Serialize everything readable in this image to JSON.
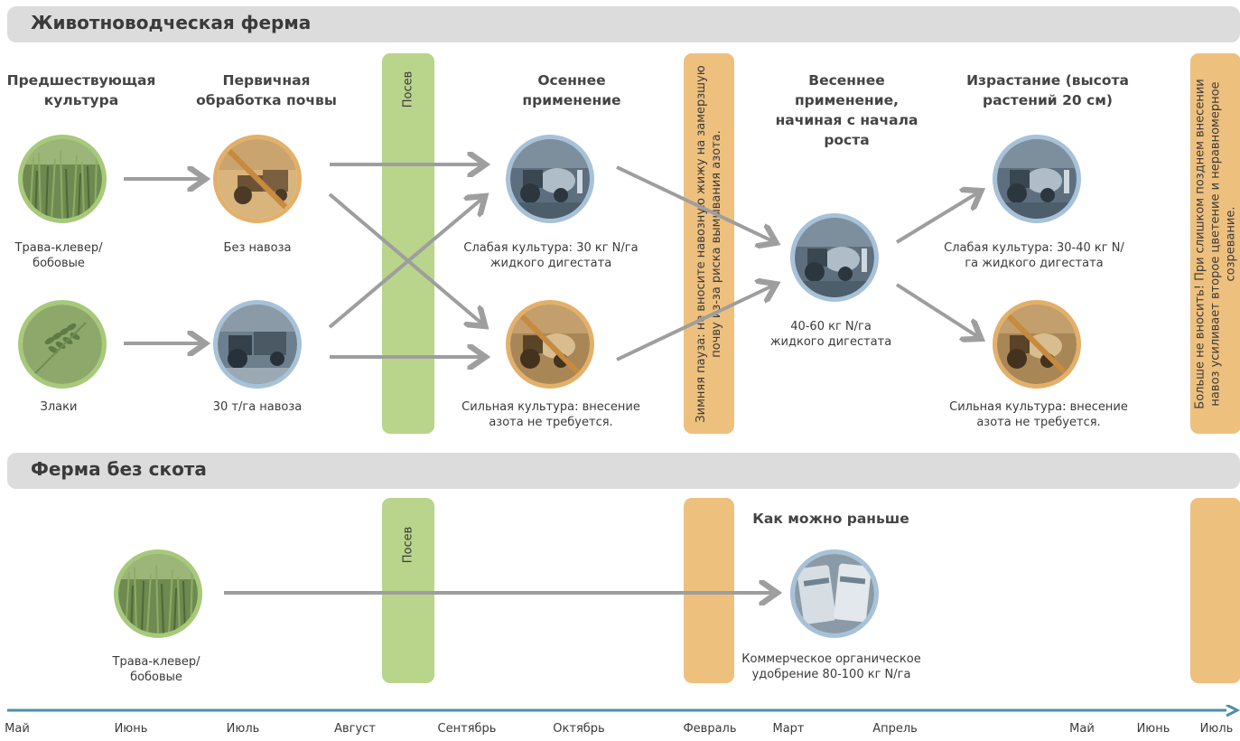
{
  "livestock_title": "Животноводческая ферма",
  "nolivestock_title": "Ферма без скота",
  "bars": {
    "sowing": "Посев",
    "winter": "Зимняя пауза: не вносите навозную жижу на замерзшую почву из-за риска вымывания азота.",
    "late": "Больше не вносить! При слишком позднем внесении навоз усиливает второе цветение и неравномерное созревание."
  },
  "headers": {
    "preceding": "Предшествующая культура",
    "primary": "Первичная обработка почвы",
    "autumn": "Осеннее применение",
    "spring": "Весеннее применение, начиная с начала роста",
    "growth": "Израстание (высота растений 20 см)",
    "asap": "Как можно раньше"
  },
  "captions": {
    "grass_clover": "Трава-клевер/ бобовые",
    "cereals": "Злаки",
    "no_manure": "Без навоза",
    "manure": "30 т/га навоза",
    "autumn_weak": "Слабая культура: 30 кг N/га жидкого дигестата",
    "autumn_strong": "Сильная культура: внесение азота не требуется.",
    "spring": "40-60 кг N/га жидкого дигестата",
    "growth_weak": "Слабая культура: 30-40 кг N/га жидкого дигестата",
    "growth_strong": "Сильная культура: внесение азота не требуется.",
    "nolive_grass": "Трава-клевер/ бобовые",
    "commercial": "Коммерческое органическое удобрение 80-100 кг N/га"
  },
  "months": [
    "Май",
    "Июнь",
    "Июль",
    "Август",
    "Сентябрь",
    "Октябрь",
    "Февраль",
    "Март",
    "Апрель",
    "Май",
    "Июнь",
    "Июль"
  ],
  "colors": {
    "green_bar": "#b9d48b",
    "orange_bar": "#eec07e",
    "arrow": "#9e9e9e",
    "timeline": "#4a8fa9",
    "banner": "#dcdcdc"
  },
  "icons": {
    "grass": "grass-field-photo",
    "cereal": "wheat-ears-photo",
    "tractor": "tractor-photo",
    "prohibited": "prohibited-sign",
    "fertilizer": "fertilizer-bags-photo"
  }
}
